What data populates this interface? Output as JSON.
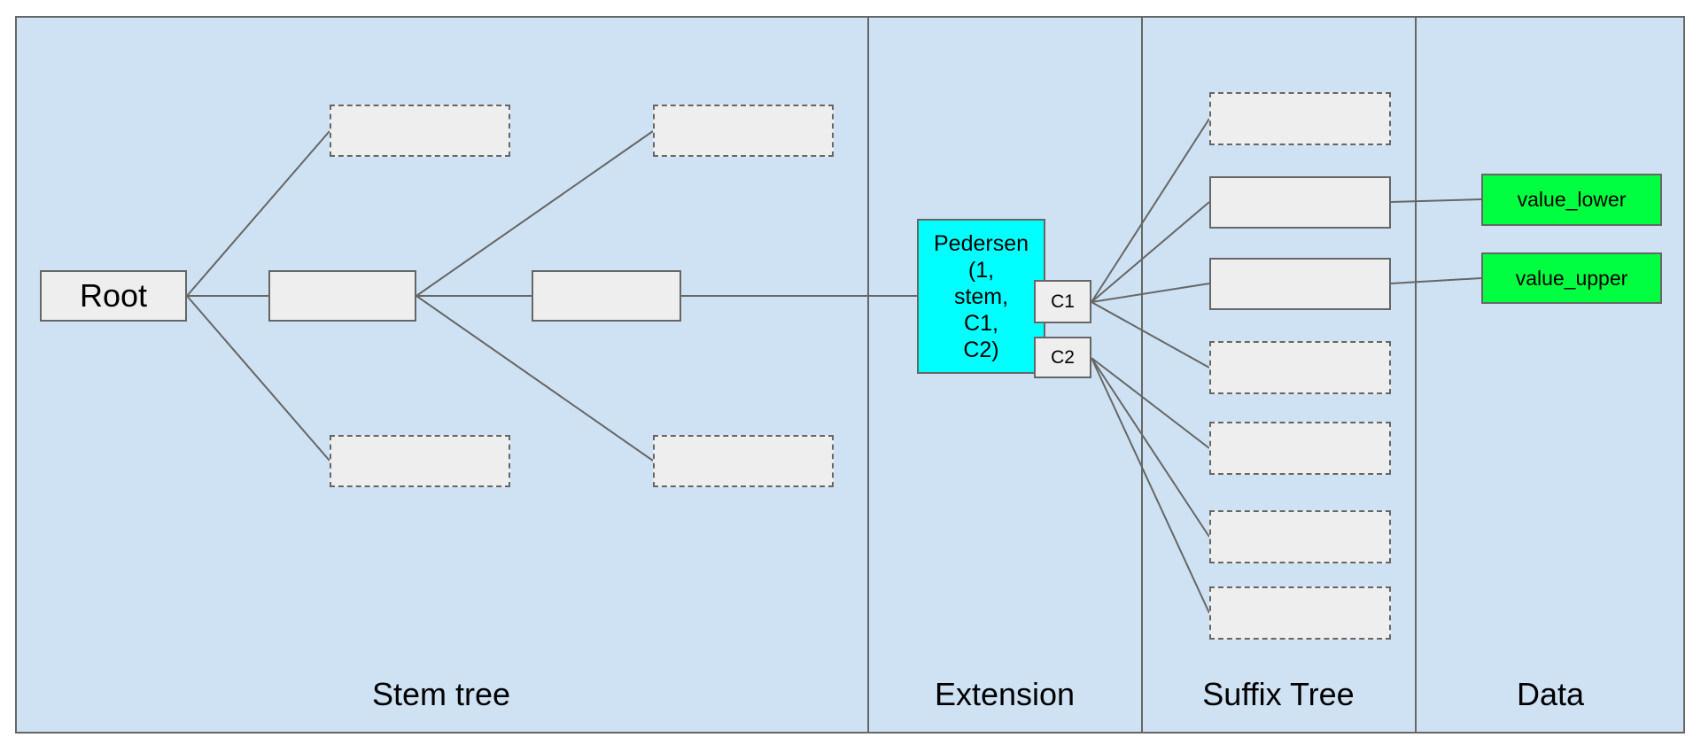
{
  "diagram": {
    "sections": [
      {
        "label": "Stem tree"
      },
      {
        "label": "Extension"
      },
      {
        "label": "Suffix Tree"
      },
      {
        "label": "Data"
      }
    ],
    "nodes": {
      "root": "Root",
      "pedersen": "Pedersen\n(1,\nstem,\nC1,\nC2)",
      "c1": "C1",
      "c2": "C2",
      "value_lower": "value_lower",
      "value_upper": "value_upper"
    },
    "colors": {
      "canvas_background": "#ffffff",
      "section_background": "#cfe2f3",
      "node_fill": "#eeeeee",
      "node_border": "#666666",
      "pedersen_fill": "#00ffff",
      "value_fill": "#00ff40",
      "line": "#666666",
      "text": "#000000"
    }
  }
}
